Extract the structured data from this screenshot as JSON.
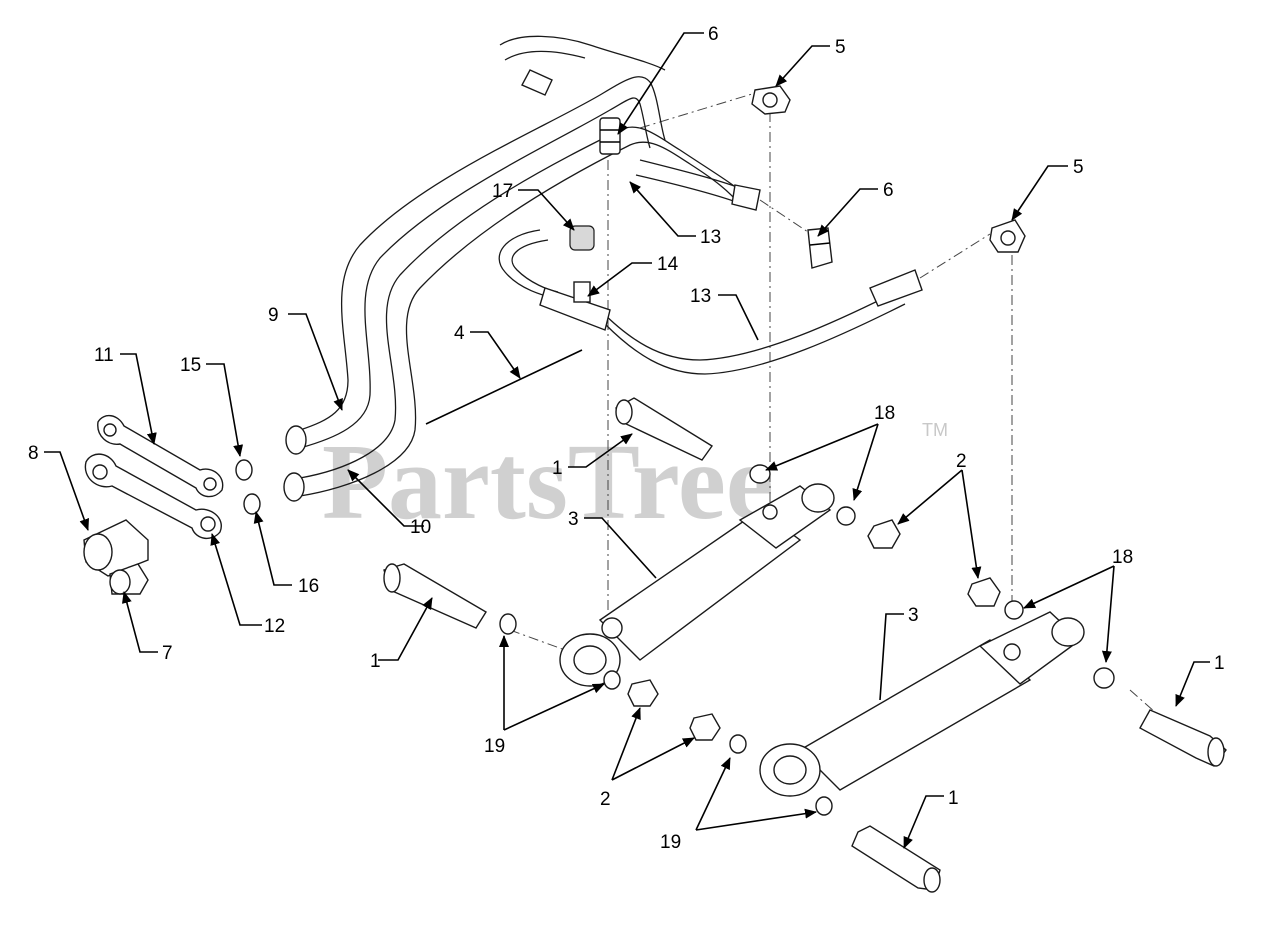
{
  "watermark": {
    "text": "PartsTree",
    "tm": "TM"
  },
  "callouts": [
    {
      "id": "c-6a",
      "num": "6"
    },
    {
      "id": "c-5a",
      "num": "5"
    },
    {
      "id": "c-5b",
      "num": "5"
    },
    {
      "id": "c-6b",
      "num": "6"
    },
    {
      "id": "c-17",
      "num": "17"
    },
    {
      "id": "c-13a",
      "num": "13"
    },
    {
      "id": "c-14",
      "num": "14"
    },
    {
      "id": "c-13b",
      "num": "13"
    },
    {
      "id": "c-9",
      "num": "9"
    },
    {
      "id": "c-4",
      "num": "4"
    },
    {
      "id": "c-11",
      "num": "11"
    },
    {
      "id": "c-15",
      "num": "15"
    },
    {
      "id": "c-8",
      "num": "8"
    },
    {
      "id": "c-18a",
      "num": "18"
    },
    {
      "id": "c-1a",
      "num": "1"
    },
    {
      "id": "c-2a",
      "num": "2"
    },
    {
      "id": "c-10",
      "num": "10"
    },
    {
      "id": "c-3a",
      "num": "3"
    },
    {
      "id": "c-16",
      "num": "16"
    },
    {
      "id": "c-12",
      "num": "12"
    },
    {
      "id": "c-7",
      "num": "7"
    },
    {
      "id": "c-18b",
      "num": "18"
    },
    {
      "id": "c-3b",
      "num": "3"
    },
    {
      "id": "c-1b",
      "num": "1"
    },
    {
      "id": "c-1c",
      "num": "1"
    },
    {
      "id": "c-19a",
      "num": "19"
    },
    {
      "id": "c-2b",
      "num": "2"
    },
    {
      "id": "c-19b",
      "num": "19"
    },
    {
      "id": "c-1d",
      "num": "1"
    }
  ]
}
